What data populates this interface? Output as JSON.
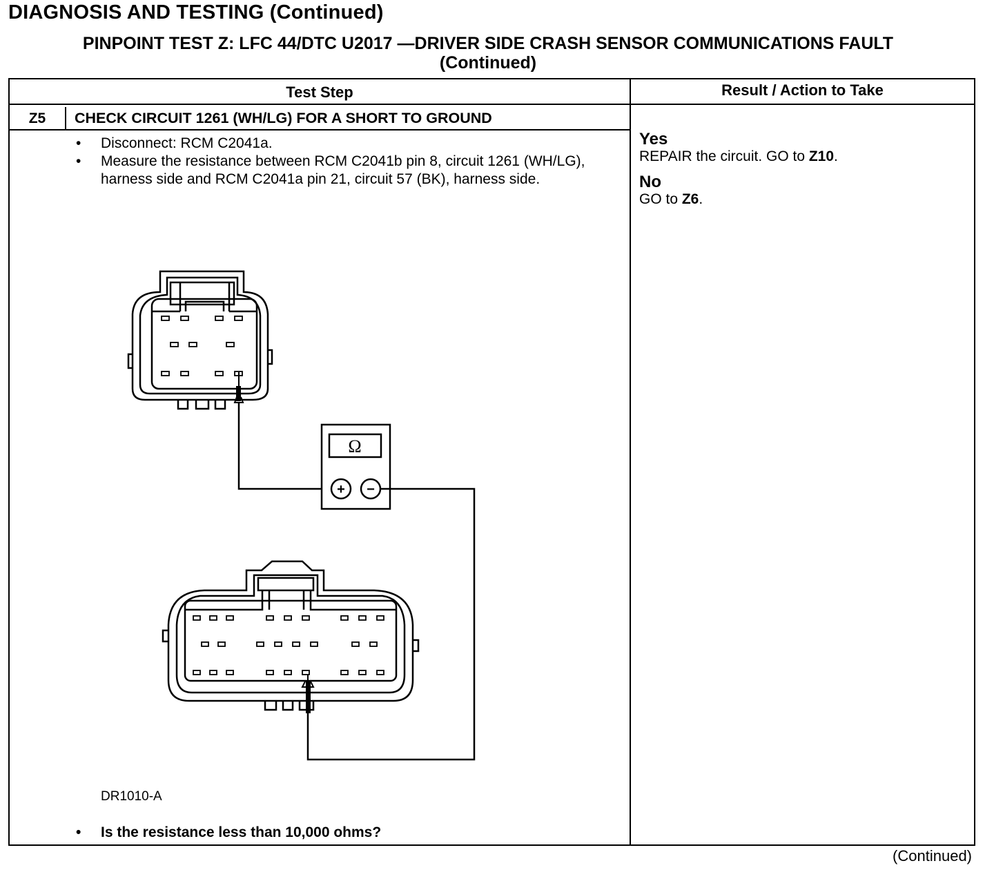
{
  "header": {
    "page_title": "DIAGNOSIS AND TESTING (Continued)",
    "test_title_line1": "PINPOINT TEST Z: LFC 44/DTC U2017 —DRIVER SIDE CRASH SENSOR COMMUNICATIONS FAULT",
    "test_title_line2": "(Continued)"
  },
  "table": {
    "col_test_step": "Test Step",
    "col_result": "Result / Action to Take",
    "step": {
      "id": "Z5",
      "title": "CHECK CIRCUIT 1261 (WH/LG) FOR A SHORT TO GROUND",
      "bullets": [
        "Disconnect: RCM C2041a.",
        "Measure the resistance between RCM C2041b pin 8, circuit 1261 (WH/LG), harness side and RCM C2041a pin 21, circuit 57 (BK), harness side."
      ],
      "figure_id": "DR1010-A",
      "question": "Is the resistance less than 10,000 ohms?",
      "meter": {
        "symbol": "Ω",
        "plus": "+",
        "minus": "−"
      }
    },
    "results": {
      "yes": {
        "label": "Yes",
        "text": "REPAIR the circuit. GO to ",
        "target": "Z10",
        "end": "."
      },
      "no": {
        "label": "No",
        "text": "GO to ",
        "target": "Z6",
        "end": "."
      }
    }
  },
  "footer": {
    "continued": "(Continued)"
  }
}
